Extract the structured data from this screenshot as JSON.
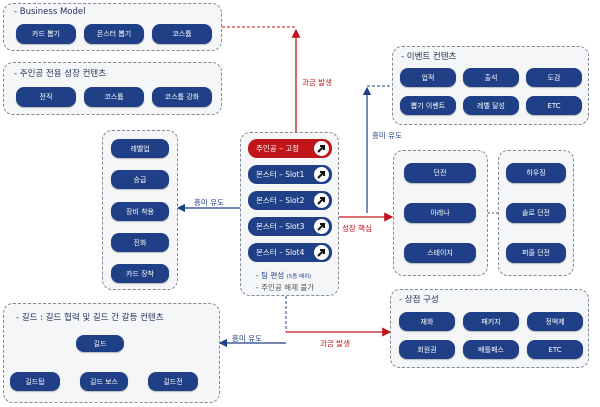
{
  "business": {
    "title": "- Business Model",
    "items": [
      "카드 뽑기",
      "몬스터 뽑기",
      "코스튬"
    ]
  },
  "growth": {
    "title": "- 주인공 전용 성장 컨텐츠",
    "items": [
      "전직",
      "코스튬",
      "코스튬 강화"
    ]
  },
  "event": {
    "title": "- 이벤트 컨텐츠",
    "items": [
      "업적",
      "출석",
      "도감",
      "뽑기 이벤트",
      "레벨 달성",
      "ETC"
    ]
  },
  "left_col": {
    "items": [
      "레벨업",
      "승급",
      "장비 착용",
      "진화",
      "카드 장착"
    ]
  },
  "core": {
    "items": [
      "던전",
      "아레나",
      "스테이지"
    ]
  },
  "right_col": {
    "items": [
      "하우징",
      "솔로 던전",
      "퍼즐 던전"
    ]
  },
  "shop": {
    "title": "- 상점 구성",
    "items": [
      "재화",
      "패키지",
      "정액제",
      "회원권",
      "배틀패스",
      "ETC"
    ]
  },
  "guild": {
    "title": "- 길드 : 길드 협력 및 길드 간 갈등 컨텐츠",
    "top": "길드",
    "items": [
      "길드탑",
      "길드 보스",
      "길드전"
    ]
  },
  "team": {
    "slots": [
      "주인공 – 고정",
      "몬스터 – Slot1",
      "몬스터 – Slot2",
      "몬스터 – Slot3",
      "몬스터 – Slot4"
    ],
    "note1": "- 팀 편성",
    "note1_small": "(5종 배치)",
    "note2": "- 주인공 해제 불가"
  },
  "labels": {
    "billing_top": "과금 발생",
    "interest_left": "흥미 유도",
    "interest_up": "흥미 유도",
    "growth_core": "성장 핵심",
    "interest_bottom": "흥미 유도",
    "billing_bottom": "과금 발생"
  },
  "colors": {
    "navy": "#1f3f86",
    "red": "#c0151b"
  }
}
